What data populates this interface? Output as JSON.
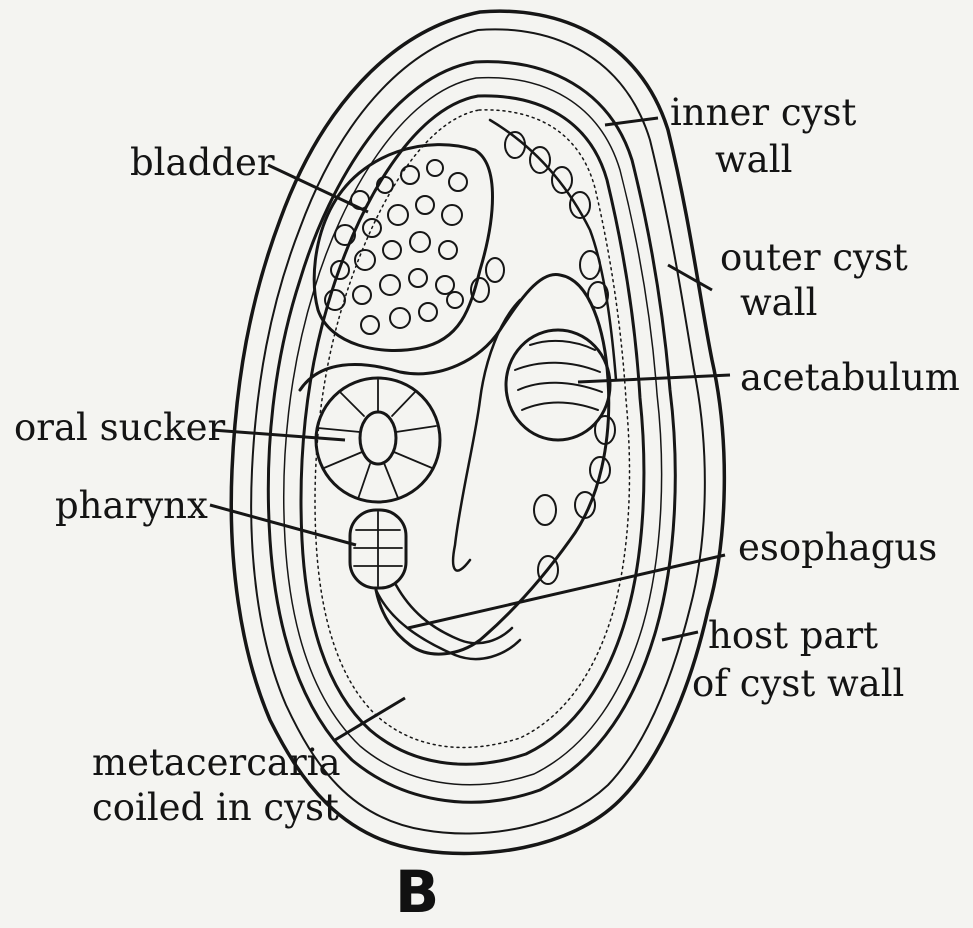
{
  "figure": {
    "panel_letter": "B",
    "labels": {
      "inner_cyst_wall": [
        "inner cyst",
        "wall"
      ],
      "outer_cyst_wall": [
        "outer cyst",
        "wall"
      ],
      "bladder": "bladder",
      "acetabulum": "acetabulum",
      "oral_sucker": "oral sucker",
      "pharynx": "pharynx",
      "esophagus": "esophagus",
      "host_part_of_cyst_wall": [
        "host part",
        "of cyst wall"
      ],
      "metacercaria_coiled_in_cyst": [
        "metacercaria",
        "coiled in cyst"
      ]
    }
  },
  "colors": {
    "ink": "#161616",
    "paper": "#f4f4f1"
  }
}
